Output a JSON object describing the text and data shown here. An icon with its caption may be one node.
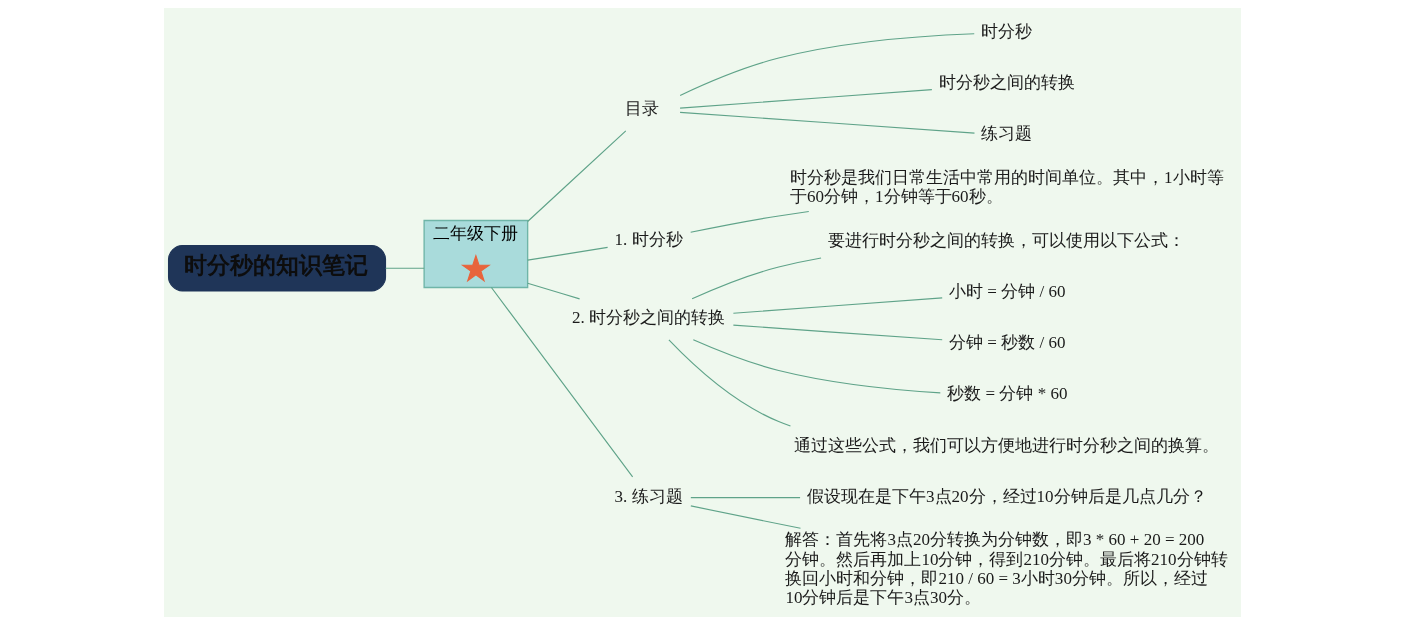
{
  "diagram": {
    "nodes": [
      {
        "text": [
          "时分秒的知识笔记"
        ]
      },
      {
        "text": [
          "二年级下册"
        ]
      },
      {
        "text": [],
        "shape": "star",
        "in": 1
      },
      {
        "text": [
          "目录"
        ]
      },
      {
        "text": [
          "时分秒"
        ]
      },
      {
        "text": [
          "时分秒之间的转换"
        ]
      },
      {
        "text": [
          "练习题"
        ]
      },
      {
        "text": [
          "1. 时分秒"
        ]
      },
      {
        "text": [
          "时分秒是我们日常生活中常用的时间单位。其中，1小时等于60分钟，1分钟等于60秒。"
        ]
      },
      {
        "text": [
          "2. 时分秒之间的转换"
        ]
      },
      {
        "text": [
          "要进行时分秒之间的转换，可以使用以下公式："
        ]
      },
      {
        "text": [
          "小时 = 分钟 / 60"
        ]
      },
      {
        "text": [
          "分钟 = 秒数 / 60"
        ]
      },
      {
        "text": [
          "秒数 = 分钟 * 60"
        ]
      },
      {
        "text": [
          "通过这些公式，我们可以方便地进行时分秒之间的换算。"
        ]
      },
      {
        "text": [
          "3. 练习题"
        ]
      },
      {
        "text": [
          "假设现在是下午3点20分，经过10分钟后是几点几分？"
        ]
      },
      {
        "text": [
          "解答：首先将3点20分转换为分钟数，即3 * 60 + 20 = 200分钟。然后再加上10分钟，得到210分钟。最后将210分钟转换回小时和分钟，即210 / 60 = 3小时30分钟。所以，经过10分钟后是下午3点30分。"
        ]
      }
    ],
    "edges": [
      {
        "from": 0,
        "to": 1,
        "arrow": "none"
      },
      {
        "from": 1,
        "to": 3,
        "arrow": "none"
      },
      {
        "from": 1,
        "to": 7,
        "arrow": "none"
      },
      {
        "from": 1,
        "to": 9,
        "arrow": "none"
      },
      {
        "from": 1,
        "to": 15,
        "arrow": "none"
      },
      {
        "from": 3,
        "to": 4,
        "arrow": "none"
      },
      {
        "from": 3,
        "to": 5,
        "arrow": "none"
      },
      {
        "from": 3,
        "to": 6,
        "arrow": "none"
      },
      {
        "from": 7,
        "to": 8,
        "arrow": "none"
      },
      {
        "from": 9,
        "to": 10,
        "arrow": "none"
      },
      {
        "from": 9,
        "to": 11,
        "arrow": "none"
      },
      {
        "from": 9,
        "to": 12,
        "arrow": "none"
      },
      {
        "from": 9,
        "to": 13,
        "arrow": "none"
      },
      {
        "from": 9,
        "to": 14,
        "arrow": "none"
      },
      {
        "from": 15,
        "to": 16,
        "arrow": "none"
      },
      {
        "from": 15,
        "to": 17,
        "arrow": "none"
      }
    ]
  }
}
